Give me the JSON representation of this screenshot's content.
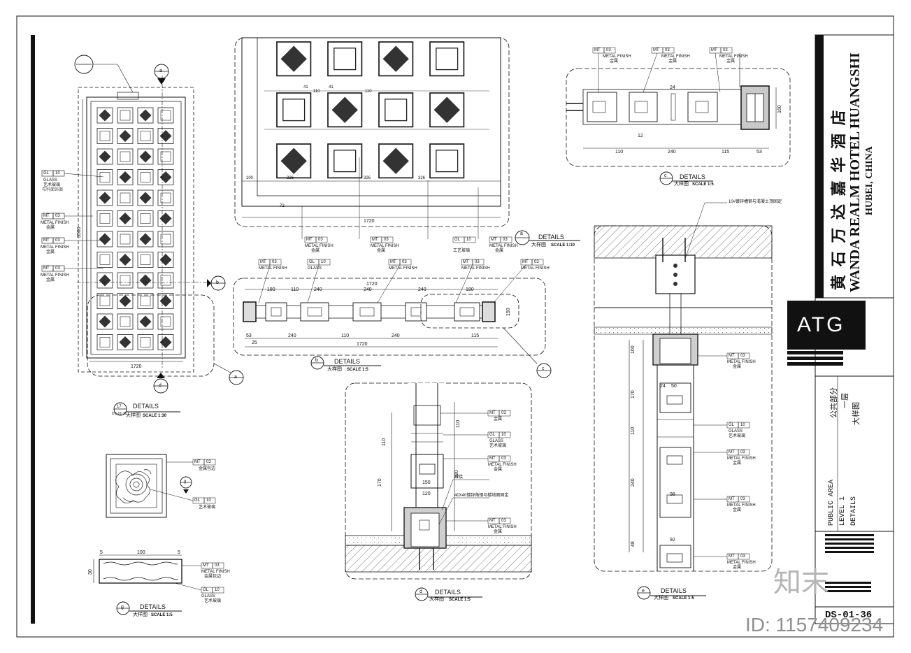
{
  "title_block": {
    "project_cn": "黄 石 万 达 嘉 华 酒 店",
    "project_en": "WANDA REALM HOTEL HUANGSHI",
    "location": "HUBEI, CHINA",
    "firm_logo": "ATG",
    "area_cn": "公共部分",
    "level_cn": "一层",
    "sheet_cn": "大样图",
    "area_en": "PUBLIC  AREA",
    "level_en": "LEVEL 1",
    "sheet_en": "DETAILS",
    "drawing_no": "DS-01-36"
  },
  "watermark": {
    "brand": "知末",
    "id_text": "ID: 1157409234"
  },
  "details": {
    "d17": {
      "tag": "17",
      "sheet": "DS-01-36",
      "title": "DETAILS",
      "sub": "大样图",
      "scale": "SCALE 1:30"
    },
    "da": {
      "tag": "a",
      "title": "DETAILS",
      "sub": "大样图",
      "scale": "SCALE 1:10"
    },
    "db": {
      "tag": "b",
      "title": "DETAILS",
      "sub": "大样图",
      "scale": "SCALE 1:5"
    },
    "dc": {
      "tag": "c",
      "title": "DETAILS",
      "sub": "大样图",
      "scale": "SCALE 1:5"
    },
    "dd": {
      "tag": "d",
      "title": "DETAILS",
      "sub": "大样图",
      "scale": "SCALE 1:5"
    },
    "de": {
      "tag": "e",
      "title": "DETAILS",
      "sub": "大样图",
      "scale": "SCALE 1:5"
    },
    "dg": {
      "tag": "g",
      "title": "DETAILS",
      "sub": "大样图",
      "scale": "SCALE 1:5"
    }
  },
  "materials": {
    "gl": {
      "code": "GL",
      "num": "10",
      "en": "GLASS",
      "cn": "艺术玻璃"
    },
    "mt": {
      "code": "MT",
      "num": "03",
      "en": "METAL FINISH",
      "cn": "金属"
    },
    "gl_note": "布料面饰面",
    "craft_glass": "工艺玻璃",
    "metal_trim": "金属包边"
  },
  "dimensions": {
    "overall_width": "1720",
    "overall_height": "3500",
    "span_240": "240",
    "span_110": "110",
    "span_180": "180",
    "span_326": "326",
    "span_100": "100",
    "span_150": "150",
    "span_120": "120",
    "span_170": "170",
    "span_160": "160",
    "span_98": "98",
    "span_92": "92",
    "span_24": "24",
    "span_50": "50",
    "span_53": "53",
    "span_25": "25",
    "span_115": "115",
    "span_41": "41",
    "span_72": "72",
    "span_12": "12",
    "span_30": "30",
    "span_5": "5",
    "span_220": "220",
    "span_48": "48"
  },
  "notes": {
    "ceiling_fix": "10#镀锌槽钢与混凝土顶固定",
    "floor_fix": "40X40镀锌角钢与楼地面固定",
    "weld": "焊接"
  }
}
